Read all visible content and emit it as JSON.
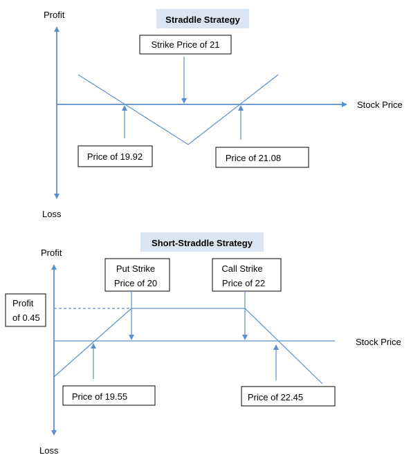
{
  "colors": {
    "line": "#5b8fc9",
    "title_bg": "#dbe6f4"
  },
  "straddle": {
    "title": "Straddle Strategy",
    "y_top": "Profit",
    "y_bottom": "Loss",
    "x_axis": "Stock Price",
    "strike": "Strike Price of 21",
    "be_low": "Price of 19.92",
    "be_high": "Price of 21.08"
  },
  "short_straddle": {
    "title": "Short-Straddle Strategy",
    "y_top": "Profit",
    "y_bottom": "Loss",
    "x_axis": "Stock Price",
    "put_strike_1": "Put Strike",
    "put_strike_2": "Price of 20",
    "call_strike_1": "Call Strike",
    "call_strike_2": "Price of 22",
    "profit_1": "Profit",
    "profit_2": "of 0.45",
    "be_low": "Price of 19.55",
    "be_high": "Price of 22.45"
  }
}
